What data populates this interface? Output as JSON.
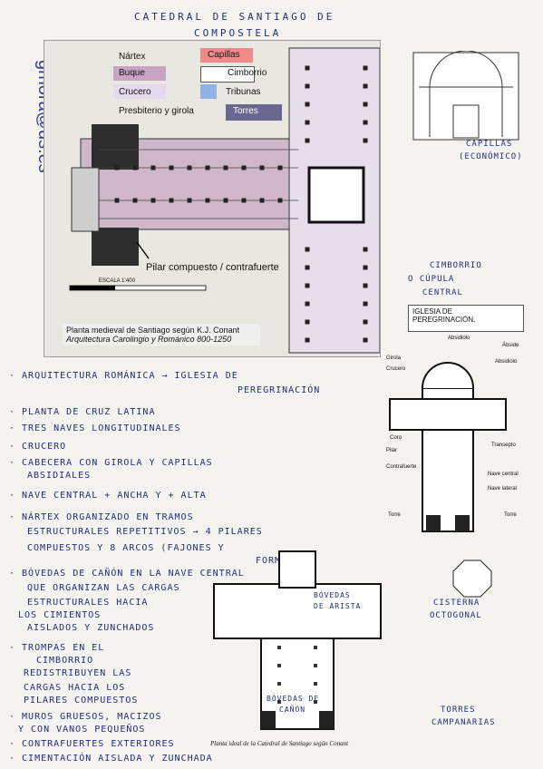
{
  "title_line1": "CATEDRAL DE SANTIAGO DE",
  "title_line2": "COMPOSTELA",
  "watermark": "gmora@us.es",
  "legend": {
    "narthex": "Nártex",
    "chapels": "Capillas",
    "nave": "Buque",
    "crossing_tower": "Cimborrio",
    "transept": "Crucero",
    "tribunes": "Tribunas",
    "presbytery": "Presbiterio y girola",
    "towers": "Torres"
  },
  "colors": {
    "narthex": "#d9d9d9",
    "chapels": "#f08a8a",
    "nave": "#c9a3c4",
    "crossing_tower": "#ffffff",
    "transept": "#e4d9ef",
    "tribunes": "#8fb3e6",
    "presbytery": "#f2d77a",
    "towers": "#6a6790"
  },
  "main_plan": {
    "pilar_label": "Pilar compuesto / contrafuerte",
    "scale_label": "ESCALA 1:400",
    "caption_line1": "Planta medieval de Santiago según K.J. Conant",
    "caption_line2": "Arquitectura Carolingio y Románico 800-1250"
  },
  "annotations": {
    "capillas_1": "CAPILLAS",
    "capillas_2": "(ECONÓMICO)",
    "cimborrio_1": "CIMBORRIO",
    "cimborrio_2": "O CÚPULA",
    "cimborrio_3": "CENTRAL"
  },
  "peregrination": {
    "title_1": "IGLESIA DE",
    "title_2": "PEREGRINACIÓN.",
    "labels": {
      "absidiolo_top": "Absidiolo",
      "abside": "Ábside",
      "absidiolo_right": "Absidiolo",
      "girola": "Girola",
      "crucero": "Crucero",
      "coro": "Coro",
      "transepto": "Transepto",
      "pilar": "Pilar",
      "contrafuerte": "Contrafuerte",
      "nave_central": "Nave central",
      "nave_lateral": "Nave lateral",
      "torre_left": "Torre",
      "torre_right": "Torre"
    }
  },
  "notes": {
    "n1a": "· ARQUITECTURA ROMÁNICA → IGLESIA DE",
    "n1b": "PEREGRINACIÓN",
    "n2": "· PLANTA DE CRUZ LATINA",
    "n3": "· TRES NAVES LONGITUDINALES",
    "n4": "· CRUCERO",
    "n5a": "· CABECERA CON GIROLA Y CAPILLAS",
    "n5b": "ABSIDIALES",
    "n6": "· NAVE CENTRAL + ANCHA Y + ALTA",
    "n7a": "· NÁRTEX ORGANIZADO EN TRAMOS",
    "n7b": "ESTRUCTURALES REPETITIVOS → 4 PILARES",
    "n7c": "COMPUESTOS Y 8 ARCOS (FAJONES Y",
    "n7d": "FORMEROS)",
    "n8a": "· BÓVEDAS DE CAÑÓN EN LA NAVE CENTRAL",
    "n8b": "QUE ORGANIZAN LAS CARGAS",
    "n8c": "ESTRUCTURALES HACIA",
    "n8d": "LOS CIMIENTOS",
    "n8e": "AISLADOS Y ZUNCHADOS",
    "n9a": "· TROMPAS EN EL",
    "n9b": "CIMBORRIO",
    "n9c": "REDISTRIBUYEN LAS",
    "n9d": "CARGAS HACIA LOS",
    "n9e": "PILARES COMPUESTOS",
    "n10a": "· MUROS GRUESOS, MACIZOS",
    "n10b": "Y CON VANOS PEQUEÑOS",
    "n11": "· CONTRAFUERTES EXTERIORES",
    "n12": "· CIMENTACIÓN AISLADA Y ZUNCHADA"
  },
  "bottom_plan": {
    "boveda_arista_1": "BÓVEDAS",
    "boveda_arista_2": "DE ARISTA",
    "cisterna_1": "CISTERNA",
    "cisterna_2": "OCTOGONAL",
    "boveda_canon_1": "BÓVEDAS DE",
    "boveda_canon_2": "CAÑÓN",
    "torres_1": "TORRES",
    "torres_2": "CAMPANARIAS",
    "caption": "Planta ideal de la Catedral de Santiago según Conant"
  }
}
